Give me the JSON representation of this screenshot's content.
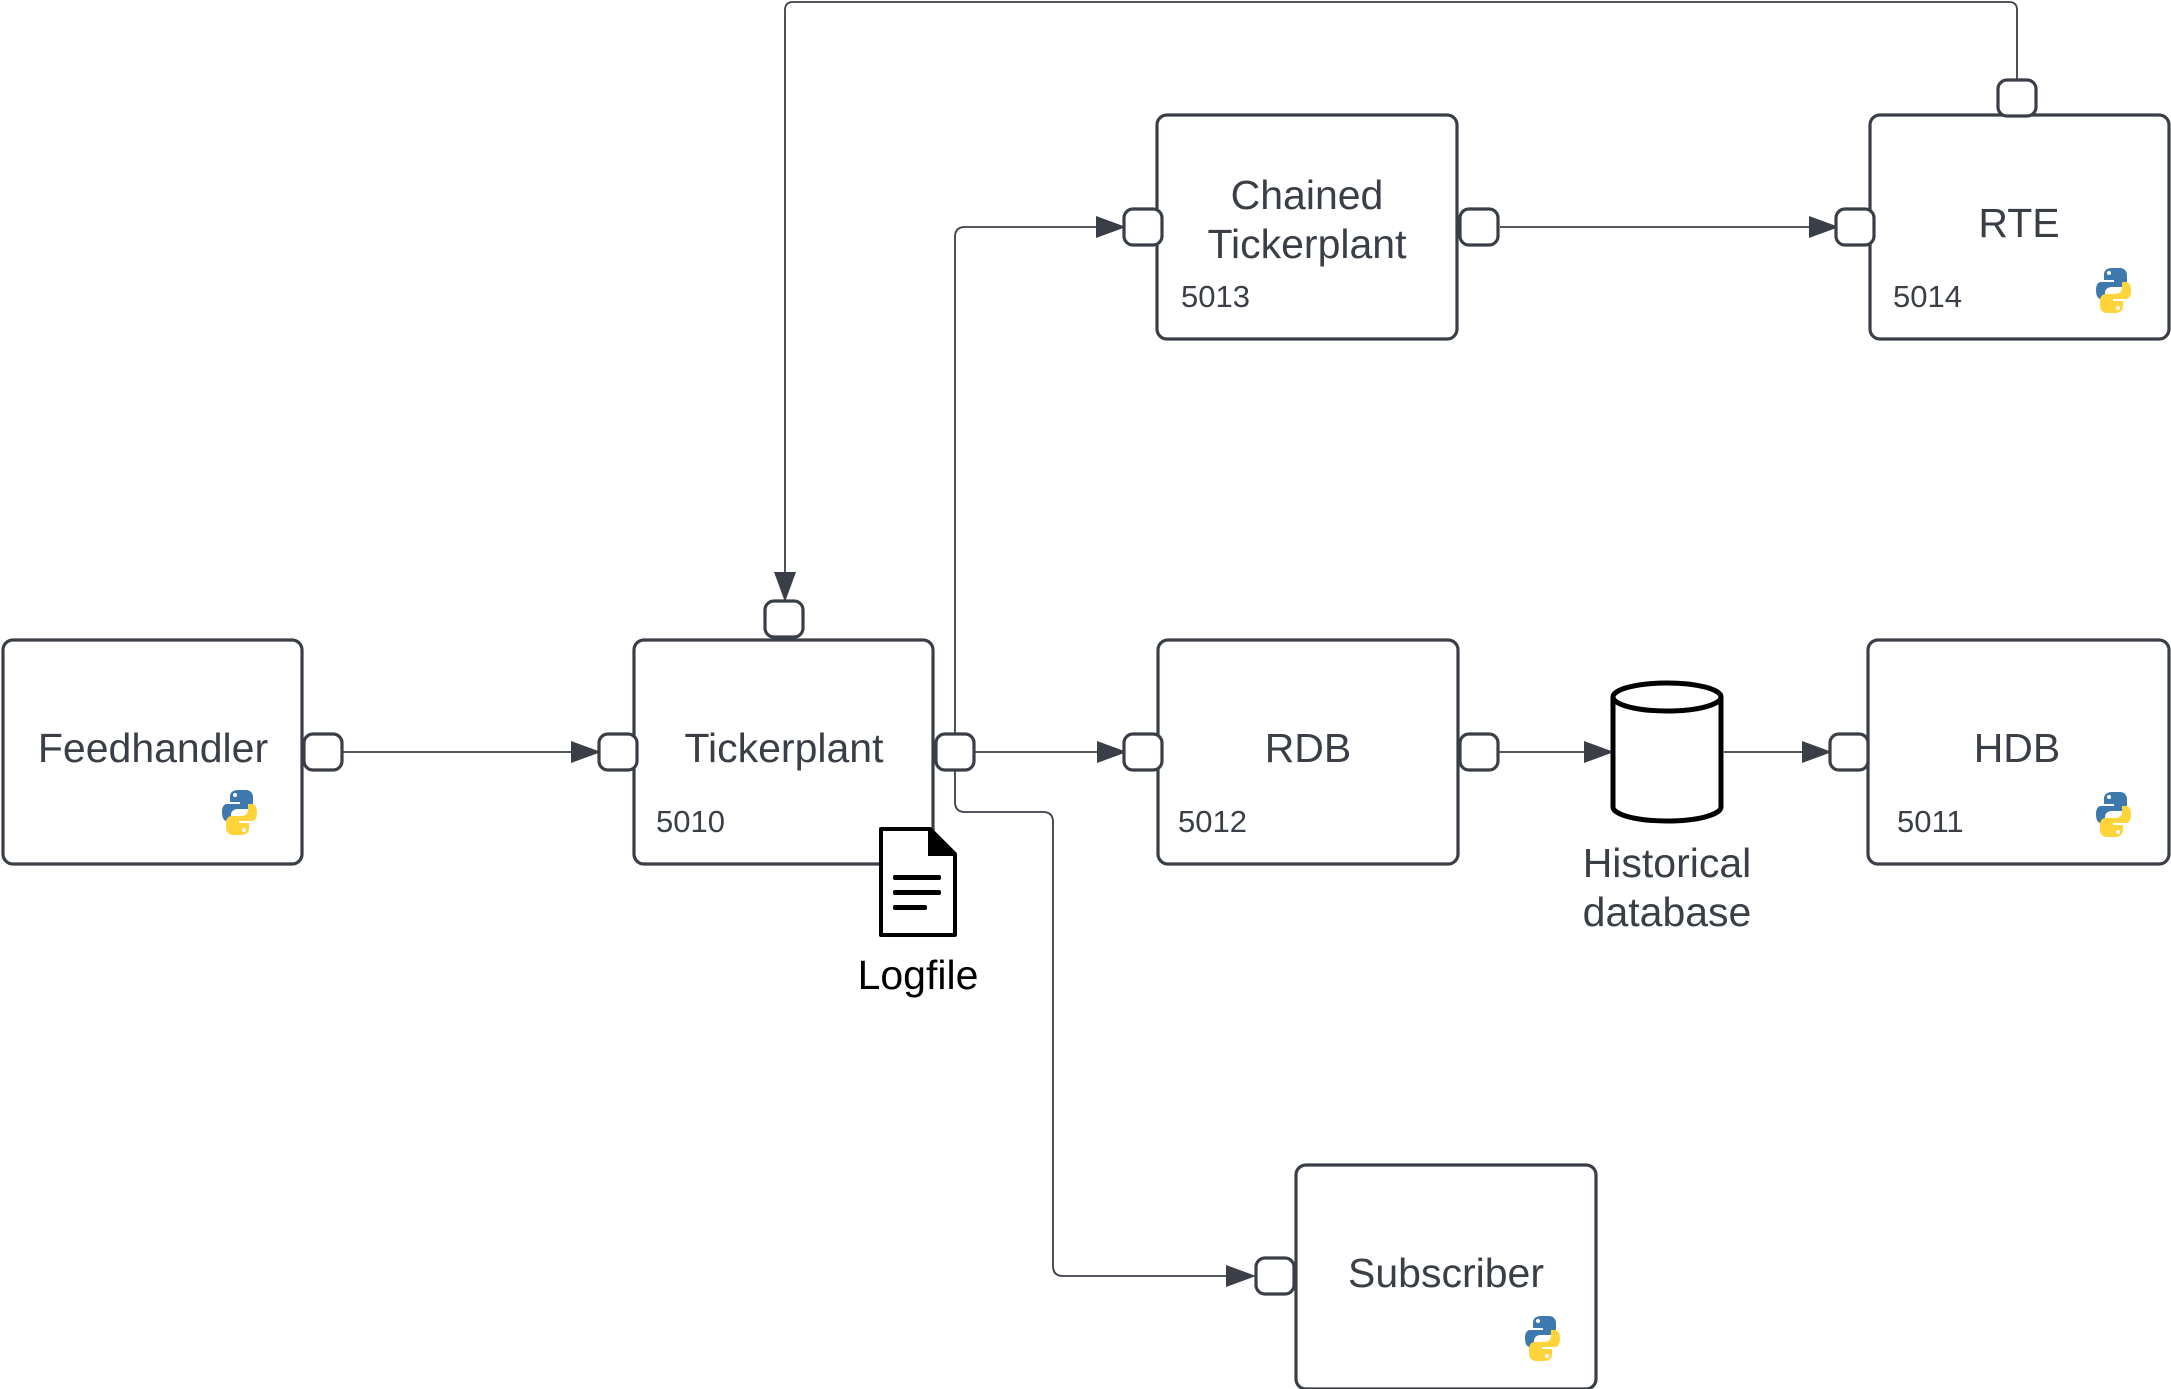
{
  "nodes": {
    "feedhandler": {
      "label": "Feedhandler",
      "python": true
    },
    "tickerplant": {
      "label": "Tickerplant",
      "port": "5010"
    },
    "chained": {
      "label_line1": "Chained",
      "label_line2": "Tickerplant",
      "port": "5013"
    },
    "rte": {
      "label": "RTE",
      "port": "5014",
      "python": true
    },
    "rdb": {
      "label": "RDB",
      "port": "5012"
    },
    "hdb": {
      "label": "HDB",
      "port": "5011",
      "python": true
    },
    "subscriber": {
      "label": "Subscriber",
      "python": true
    }
  },
  "historical_db": {
    "label_line1": "Historical",
    "label_line2": "database",
    "icon": "cylinder-database-icon"
  },
  "logfile": {
    "label": "Logfile",
    "icon": "document-icon"
  },
  "icons": {
    "python": "python-logo-icon"
  },
  "colors": {
    "stroke": "#3a3f47",
    "python_blue": "#3d79ac",
    "python_yellow": "#ffd43b"
  }
}
